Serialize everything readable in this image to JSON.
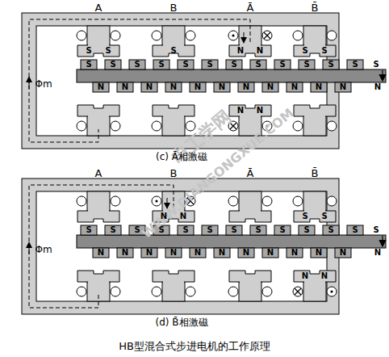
{
  "diagram": {
    "caption": "HB型混合式步进电机的工作原理",
    "labels": [
      "A",
      "B",
      "Ā",
      "B̄",
      "Φm",
      "S",
      "S",
      "S",
      "N",
      "N",
      "S",
      "S",
      "N",
      "N",
      "S",
      "S",
      "S",
      "S",
      "S",
      "S",
      "S",
      "S",
      "S",
      "S",
      "S",
      "S",
      "N",
      "N",
      "N",
      "N",
      "N",
      "N",
      "N",
      "N",
      "N",
      "N",
      "N",
      "S",
      "N",
      "(c) Ā相激磁",
      "A",
      "B",
      "Ā",
      "B̄",
      "Φm",
      "N",
      "N",
      "S",
      "S",
      "N",
      "N",
      "S",
      "S",
      "S",
      "S",
      "S",
      "S",
      "S",
      "S",
      "S",
      "S",
      "S",
      "S",
      "N",
      "N",
      "N",
      "N",
      "N",
      "N",
      "N",
      "N",
      "N",
      "N",
      "N",
      "S",
      "N",
      "(d) B̄相激磁",
      "电工学网",
      "WWW.DIANGONGXUE.COM"
    ]
  }
}
